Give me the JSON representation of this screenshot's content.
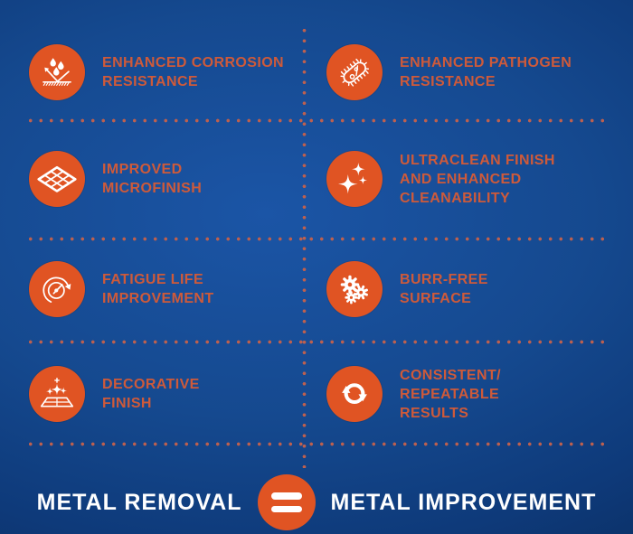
{
  "colors": {
    "background_center": "#1b55a6",
    "background_edge": "#0a2c5e",
    "icon_circle_orange": "#e05423",
    "label_orange": "#ce5a3a",
    "divider_dot_orange": "#bd604f",
    "footer_text_white": "#ffffff"
  },
  "benefits": {
    "left": [
      {
        "icon": "droplets-repel-surface-icon",
        "label": "ENHANCED CORROSION\nRESISTANCE"
      },
      {
        "icon": "mesh-surface-icon",
        "label": "IMPROVED\nMICROFINISH"
      },
      {
        "icon": "gauge-cycle-arrow-icon",
        "label": "FATIGUE LIFE\nIMPROVEMENT"
      },
      {
        "icon": "sparkling-surface-icon",
        "label": "DECORATIVE\nFINISH"
      }
    ],
    "right": [
      {
        "icon": "microbe-icon",
        "label": "ENHANCED PATHOGEN\nRESISTANCE"
      },
      {
        "icon": "sparkles-icon",
        "label": "ULTRACLEAN FINISH\nAND ENHANCED\nCLEANABILITY"
      },
      {
        "icon": "gears-icon",
        "label": "BURR-FREE\nSURFACE"
      },
      {
        "icon": "sync-arrows-icon",
        "label": "CONSISTENT/\nREPEATABLE\nRESULTS"
      }
    ]
  },
  "footer": {
    "left_label": "METAL REMOVAL",
    "equals_symbol": "=",
    "right_label": "METAL IMPROVEMENT"
  }
}
